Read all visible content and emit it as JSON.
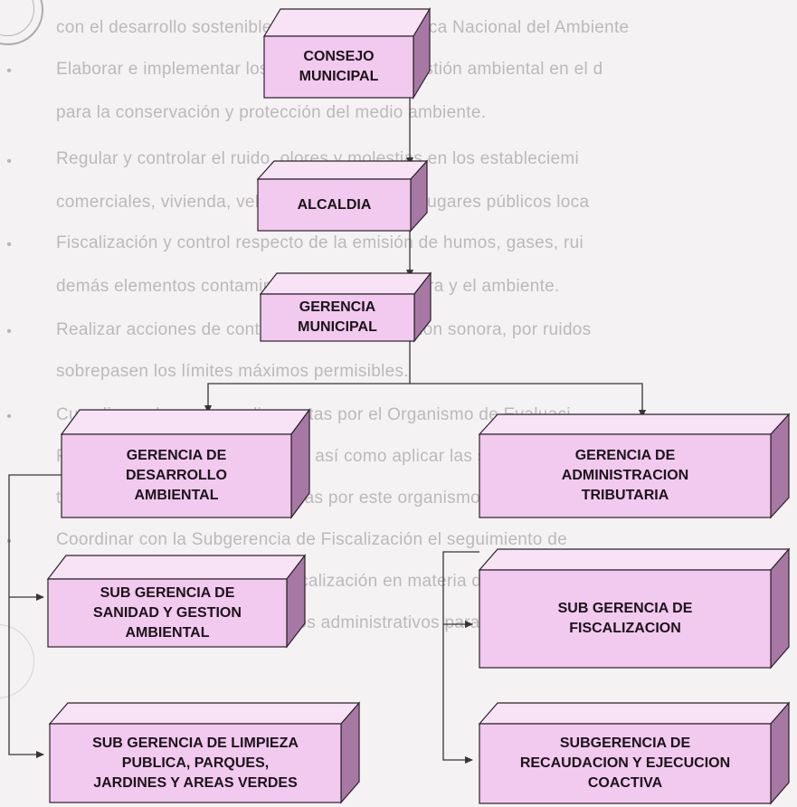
{
  "background_text": [
    "con el desarrollo sostenible acorde con la Política Nacional del Ambiente",
    "Elaborar e implementar los instrumentos de gestión ambiental en el d",
    "para la conservación y protección del medio ambiente.",
    "Regular y controlar el ruido, olores y molestias en los estableciemi",
    "comerciales, vivienda, vehículos, así como en lugares públicos loca",
    "Fiscalización y control respecto de la emisión de humos, gases, rui",
    "demás elementos contaminantes de la atmósfera y el ambiente.",
    "Realizar acciones de control de la contaminación sonora, por ruidos",
    "sobrepasen los límites máximos permisibles.",
    "Cumplir con las normas dispuestas por el Organismo de Evaluaci",
    "Fiscalización Ambiental (OEFA), así como aplicar las sanciones",
    "tipificadas en las normas emitidas por este organismo.",
    "Coordinar con la Subgerencia de Fiscalización el seguimiento de",
    "procesos administrativos de fiscalización en materia de gestión ambien",
    "considerando los procedimientos administrativos para aplicar la imposic"
  ],
  "colors": {
    "box_front": "#f2c9ef",
    "box_top": "#f8e3f6",
    "box_side": "#a878a4",
    "edge": "#2a2228",
    "connector": "#3a3438"
  },
  "diagram": {
    "consejo": "CONSEJO MUNICIPAL",
    "alcaldia": "ALCALDIA",
    "gerencia_municipal": "GERENCIA MUNICIPAL",
    "gerencia_desarrollo": "GERENCIA DE\nDESARROLLO\nAMBIENTAL",
    "gerencia_administracion": "GERENCIA DE\nADMINISTRACION\nTRIBUTARIA",
    "sub_sanidad": "SUB GERENCIA DE\nSANIDAD Y GESTION\nAMBIENTAL",
    "sub_fiscalizacion": "SUB GERENCIA DE\nFISCALIZACION",
    "sub_limpieza": "SUB GERENCIA DE LIMPIEZA\nPUBLICA, PARQUES,\nJARDINES Y AREAS VERDES",
    "sub_recaudacion": "SUBGERENCIA DE\nRECAUDACION Y EJECUCION\nCOACTIVA"
  }
}
